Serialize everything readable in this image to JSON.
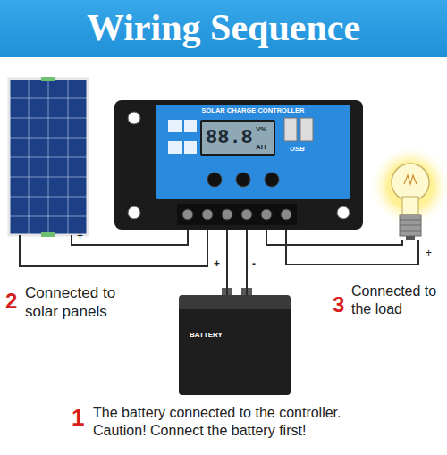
{
  "diagram": {
    "title": "Wiring Sequence",
    "nodes": [
      {
        "text": [
          "SOLAR CHARGE CONTROLLER"
        ]
      },
      {
        "text": [
          "88.8",
          "V%",
          "AH"
        ],
        "in": 0
      },
      {
        "text": [
          "BATTERY"
        ]
      }
    ],
    "edges": [
      {
        "from": 0,
        "to": 2,
        "label": "+",
        "arrow": "none"
      },
      {
        "from": 0,
        "to": 2,
        "label": "-",
        "arrow": "none"
      }
    ],
    "labels": [
      "+",
      "USB",
      "2",
      "Connected to solar panels",
      "3",
      "Connected to the load",
      "1",
      "The battery connected to the controller. Caution! Connect the battery first!",
      "+"
    ]
  }
}
